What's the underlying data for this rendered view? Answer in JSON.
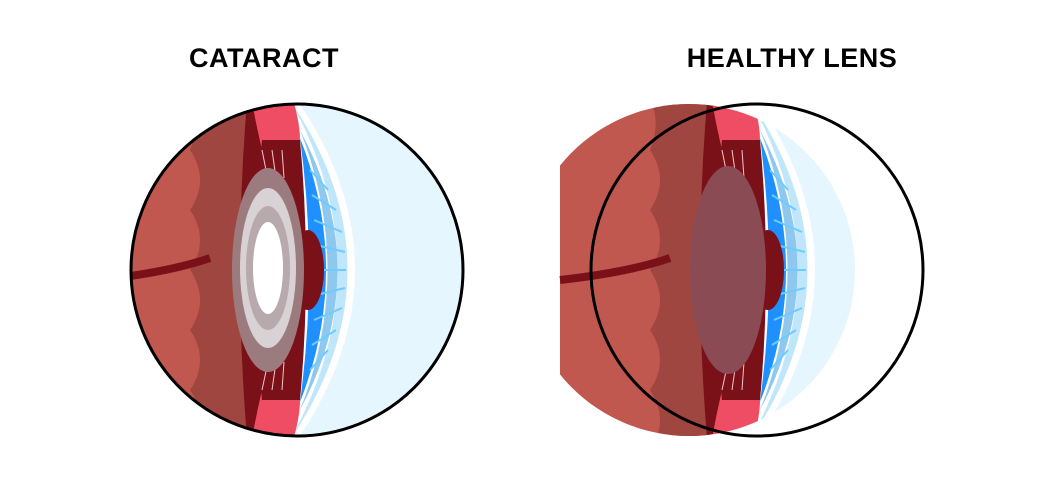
{
  "diagram": {
    "panels": [
      {
        "id": "cataract",
        "title": "CATARACT"
      },
      {
        "id": "healthy",
        "title": "HEALTHY LENS"
      }
    ]
  },
  "colors": {
    "sclera_outline": "#000000",
    "vitreous": "#c0584f",
    "vitreous_shadow": "#a04640",
    "choroid": "#7a1118",
    "ciliary": "#ef4d63",
    "iris": "#1e90ff",
    "iris_light": "#6ecbff",
    "cornea_outer": "#e6f6ff",
    "cornea_mid": "#bfe6fa",
    "aqueous": "#8ec8ef",
    "cataract_lens_outer": "#9c7b7f",
    "cataract_lens_ring": "#d8d2d4",
    "cataract_lens_core": "#ffffff",
    "healthy_lens": "#8a4b55"
  }
}
